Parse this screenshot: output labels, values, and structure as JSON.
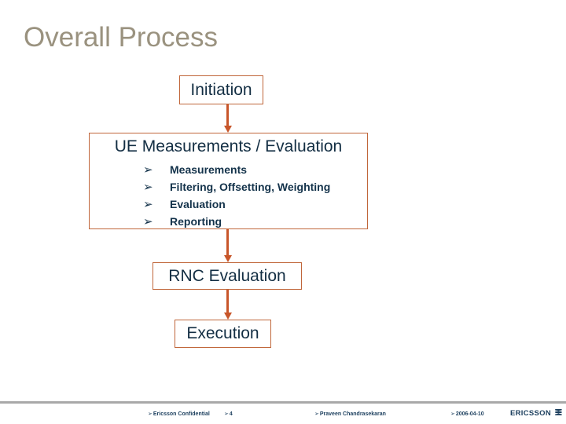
{
  "slide": {
    "title": "Overall Process",
    "title_color": "#9a927f",
    "background": "#ffffff",
    "accent_color": "#c8562a",
    "box_border_color": "#c0663a",
    "text_color": "#132e43"
  },
  "flow": {
    "boxes": [
      {
        "id": "initiation",
        "label": "Initiation"
      },
      {
        "id": "ue",
        "label": "UE Measurements / Evaluation"
      },
      {
        "id": "rnc",
        "label": "RNC Evaluation"
      },
      {
        "id": "execution",
        "label": "Execution"
      }
    ],
    "ue_items": [
      {
        "bullet": "➢",
        "label": "Measurements"
      },
      {
        "bullet": "➢",
        "label": "Filtering, Offsetting, Weighting"
      },
      {
        "bullet": "➢",
        "label": "Evaluation"
      },
      {
        "bullet": "➢",
        "label": "Reporting"
      }
    ],
    "arrows": [
      {
        "from": "initiation",
        "to": "ue"
      },
      {
        "from": "ue",
        "to": "rnc"
      },
      {
        "from": "rnc",
        "to": "execution"
      }
    ]
  },
  "footer": {
    "bullet": "➢",
    "confidential": "Ericsson Confidential",
    "page_number": "4",
    "author": "Praveen Chandrasekaran",
    "date": "2006-04-10",
    "brand": "ERICSSON"
  }
}
